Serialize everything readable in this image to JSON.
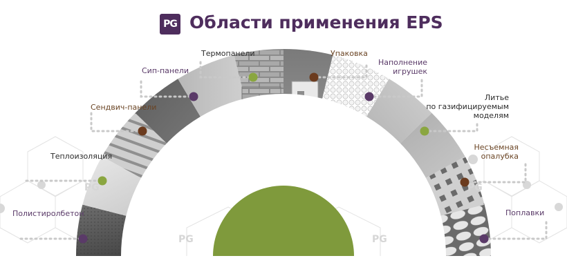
{
  "header": {
    "logo_text": "PG",
    "title": "Области применения EPS"
  },
  "labels": {
    "teploizolyaciya": "Теплоизоляция",
    "polistirolbeton": "Полистиролбетон",
    "sendvich": "Сендвич-панели",
    "sip": "Сип-панели",
    "termopaneli": "Термопанели",
    "upakovka": "Упаковка",
    "napolnenie_line1": "Наполнение",
    "napolnenie_line2": "игрушек",
    "lite_line1": "Литье",
    "lite_line2": "по газифицируемым",
    "lite_line3": "моделям",
    "nesemnaya_line1": "Несъемная",
    "nesemnaya_line2": "опалубка",
    "poplavki": "Поплавки"
  },
  "watermark": "PG",
  "colors": {
    "purple": "#5a3a68",
    "brown": "#6b3b1e",
    "green": "#8aa640",
    "title": "#4e2d5d",
    "center": "#7f9a3c"
  }
}
